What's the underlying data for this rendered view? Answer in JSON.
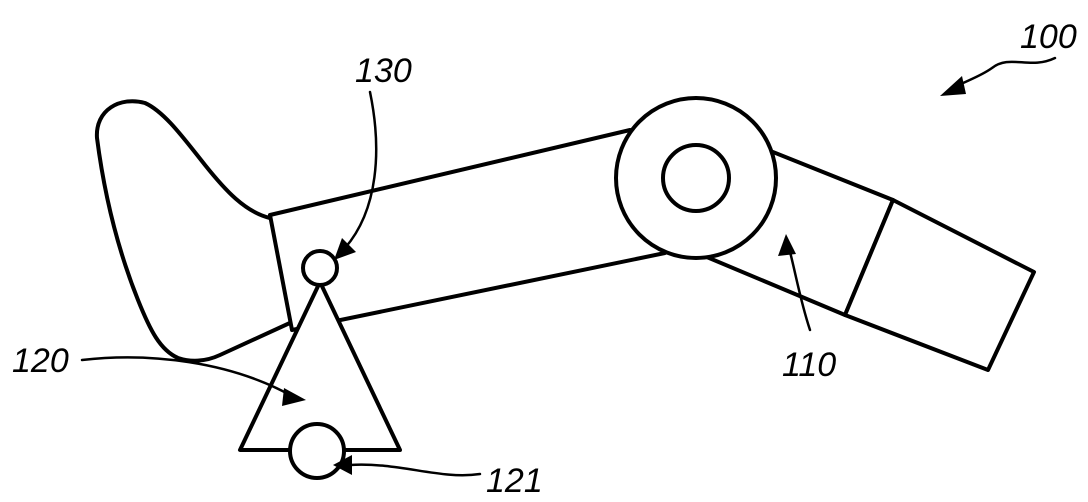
{
  "figure": {
    "line_color": "#000000",
    "background_color": "#ffffff",
    "labels": {
      "assembly": "100",
      "knee_joint": "110",
      "foot_member": "120",
      "foot_pivot": "121",
      "ankle_pivot": "130"
    }
  }
}
